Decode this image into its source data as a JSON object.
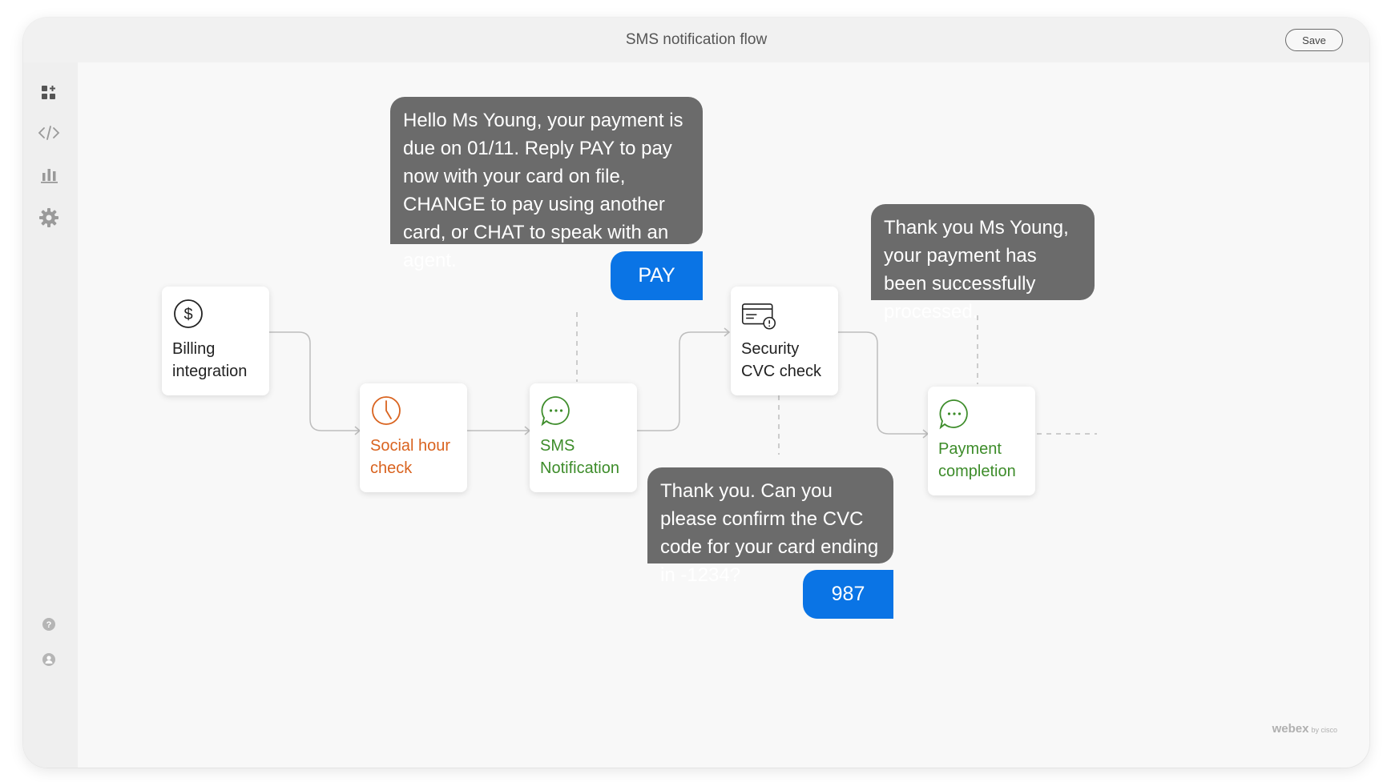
{
  "window": {
    "title": "SMS notification flow",
    "save_label": "Save"
  },
  "sidebar": {
    "items": [
      {
        "icon": "add-widget-icon"
      },
      {
        "icon": "code-icon"
      },
      {
        "icon": "bar-chart-icon"
      },
      {
        "icon": "gear-icon"
      }
    ],
    "bottom": [
      {
        "icon": "help-icon"
      },
      {
        "icon": "user-icon"
      }
    ]
  },
  "nodes": {
    "billing": {
      "label": "Billing\nintegration",
      "icon": "dollar-icon",
      "color": "#222222"
    },
    "social": {
      "label": "Social hour\ncheck",
      "icon": "clock-icon",
      "color": "#d9631f"
    },
    "sms": {
      "label": "SMS\nNotification",
      "icon": "chat-bubble-icon",
      "color": "#3d8c2a"
    },
    "security": {
      "label": "Security\nCVC check",
      "icon": "card-alert-icon",
      "color": "#222222"
    },
    "payment": {
      "label": "Payment\ncompletion",
      "icon": "chat-bubble-icon",
      "color": "#3d8c2a"
    }
  },
  "messages": {
    "reminder": "Hello Ms Young, your payment is due on 01/11. Reply PAY to pay now with your card on file, CHANGE to pay using another card, or CHAT to speak with an agent.",
    "reply_pay": "PAY",
    "confirm_cvc": "Thank you. Can you please confirm the CVC code for your card ending in -1234?",
    "reply_cvc": "987",
    "thank_you": "Thank you Ms Young, your payment has been successfully processed."
  },
  "brand": {
    "name": "webex",
    "suffix": "by cisco"
  },
  "colors": {
    "bubble_gray": "#6b6b6b",
    "reply_blue": "#0a74e5",
    "orange": "#d9631f",
    "green": "#3d8c2a"
  }
}
